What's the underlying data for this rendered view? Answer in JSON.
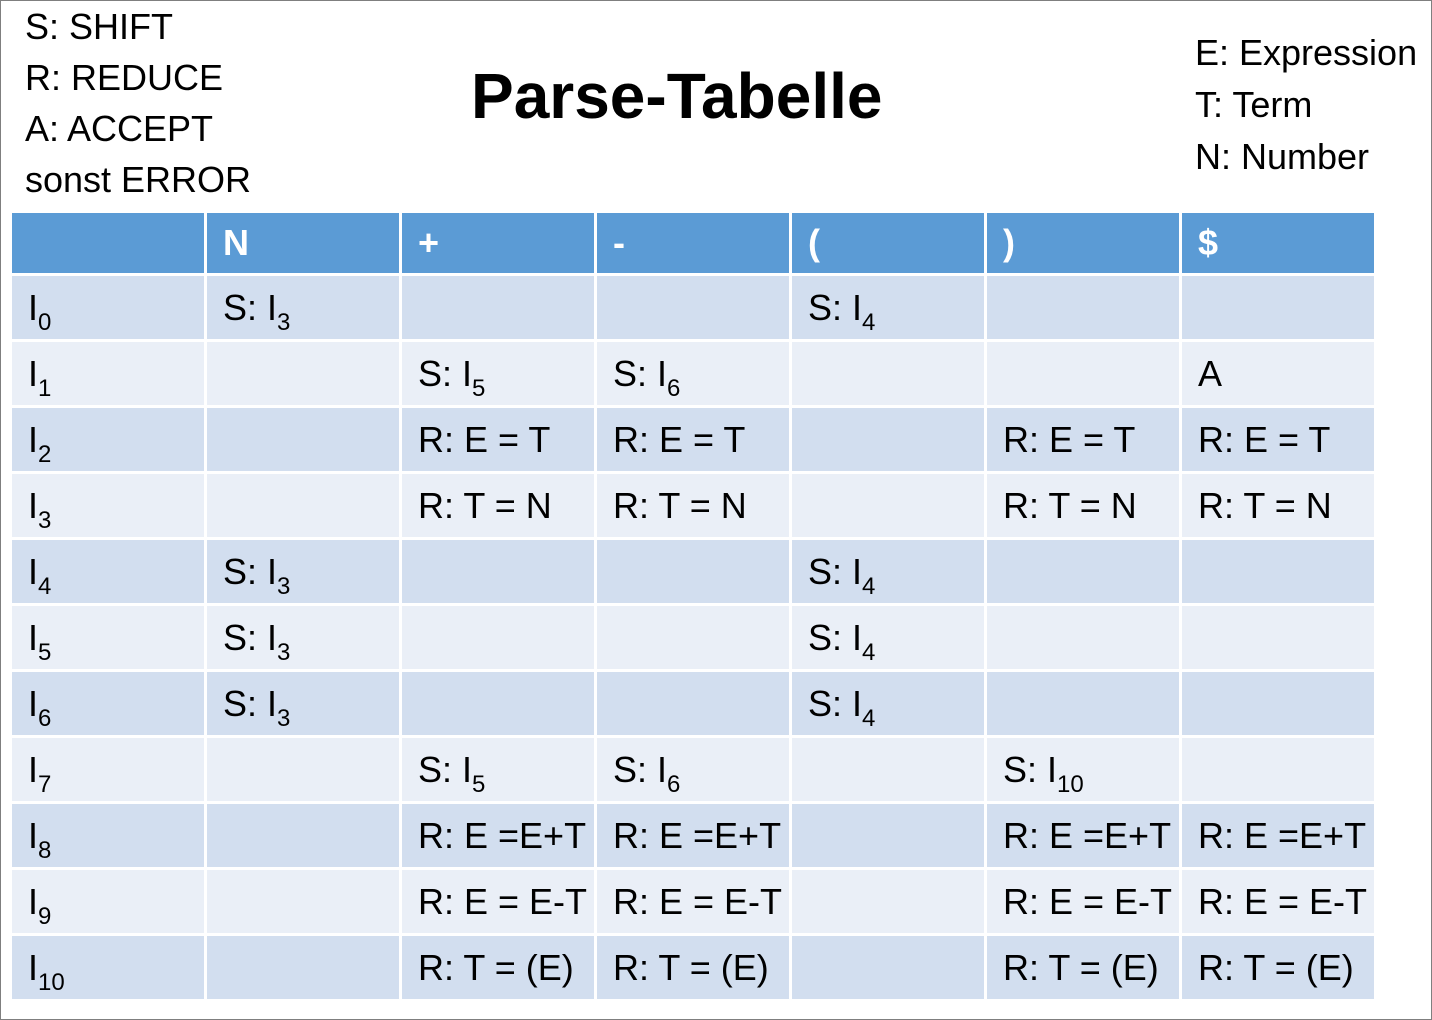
{
  "legend_left": [
    "S: SHIFT",
    "R: REDUCE",
    "A: ACCEPT",
    "sonst ERROR"
  ],
  "legend_right": [
    "E: Expression",
    "T: Term",
    "N: Number"
  ],
  "title": "Parse-Tabelle",
  "table": {
    "headers": [
      "",
      "N",
      "+",
      "-",
      "(",
      ")",
      "$"
    ],
    "rows": [
      {
        "state": {
          "base": "I",
          "sub": "0"
        },
        "cells": [
          {
            "text": "S: I",
            "sub": "3"
          },
          {
            "text": ""
          },
          {
            "text": ""
          },
          {
            "text": "S: I",
            "sub": "4"
          },
          {
            "text": ""
          },
          {
            "text": ""
          }
        ]
      },
      {
        "state": {
          "base": "I",
          "sub": "1"
        },
        "cells": [
          {
            "text": ""
          },
          {
            "text": "S: I",
            "sub": "5"
          },
          {
            "text": "S: I",
            "sub": "6"
          },
          {
            "text": ""
          },
          {
            "text": ""
          },
          {
            "text": "A"
          }
        ]
      },
      {
        "state": {
          "base": "I",
          "sub": "2"
        },
        "cells": [
          {
            "text": ""
          },
          {
            "text": "R: E = T"
          },
          {
            "text": "R: E = T"
          },
          {
            "text": ""
          },
          {
            "text": "R: E = T"
          },
          {
            "text": "R: E = T"
          }
        ]
      },
      {
        "state": {
          "base": "I",
          "sub": "3"
        },
        "cells": [
          {
            "text": ""
          },
          {
            "text": "R: T = N"
          },
          {
            "text": "R: T = N"
          },
          {
            "text": ""
          },
          {
            "text": "R: T = N"
          },
          {
            "text": "R: T = N"
          }
        ]
      },
      {
        "state": {
          "base": "I",
          "sub": "4"
        },
        "cells": [
          {
            "text": "S: I",
            "sub": "3"
          },
          {
            "text": ""
          },
          {
            "text": ""
          },
          {
            "text": "S: I",
            "sub": "4"
          },
          {
            "text": ""
          },
          {
            "text": ""
          }
        ]
      },
      {
        "state": {
          "base": "I",
          "sub": "5"
        },
        "cells": [
          {
            "text": "S: I",
            "sub": "3"
          },
          {
            "text": ""
          },
          {
            "text": ""
          },
          {
            "text": "S: I",
            "sub": "4"
          },
          {
            "text": ""
          },
          {
            "text": ""
          }
        ]
      },
      {
        "state": {
          "base": "I",
          "sub": "6"
        },
        "cells": [
          {
            "text": "S: I",
            "sub": "3"
          },
          {
            "text": ""
          },
          {
            "text": ""
          },
          {
            "text": "S: I",
            "sub": "4"
          },
          {
            "text": ""
          },
          {
            "text": ""
          }
        ]
      },
      {
        "state": {
          "base": "I",
          "sub": "7"
        },
        "cells": [
          {
            "text": ""
          },
          {
            "text": "S: I",
            "sub": "5"
          },
          {
            "text": "S: I",
            "sub": "6"
          },
          {
            "text": ""
          },
          {
            "text": "S: I",
            "sub": "10"
          },
          {
            "text": ""
          }
        ]
      },
      {
        "state": {
          "base": "I",
          "sub": "8"
        },
        "cells": [
          {
            "text": ""
          },
          {
            "text": "R: E =E+T"
          },
          {
            "text": "R: E =E+T"
          },
          {
            "text": ""
          },
          {
            "text": "R: E =E+T"
          },
          {
            "text": "R: E =E+T"
          }
        ]
      },
      {
        "state": {
          "base": "I",
          "sub": "9"
        },
        "cells": [
          {
            "text": ""
          },
          {
            "text": "R: E = E-T"
          },
          {
            "text": "R: E = E-T"
          },
          {
            "text": ""
          },
          {
            "text": "R: E = E-T"
          },
          {
            "text": "R: E = E-T"
          }
        ]
      },
      {
        "state": {
          "base": "I",
          "sub": "10"
        },
        "cells": [
          {
            "text": ""
          },
          {
            "text": "R: T = (E)"
          },
          {
            "text": "R: T = (E)"
          },
          {
            "text": ""
          },
          {
            "text": "R: T = (E)"
          },
          {
            "text": "R: T = (E)"
          }
        ]
      }
    ]
  }
}
